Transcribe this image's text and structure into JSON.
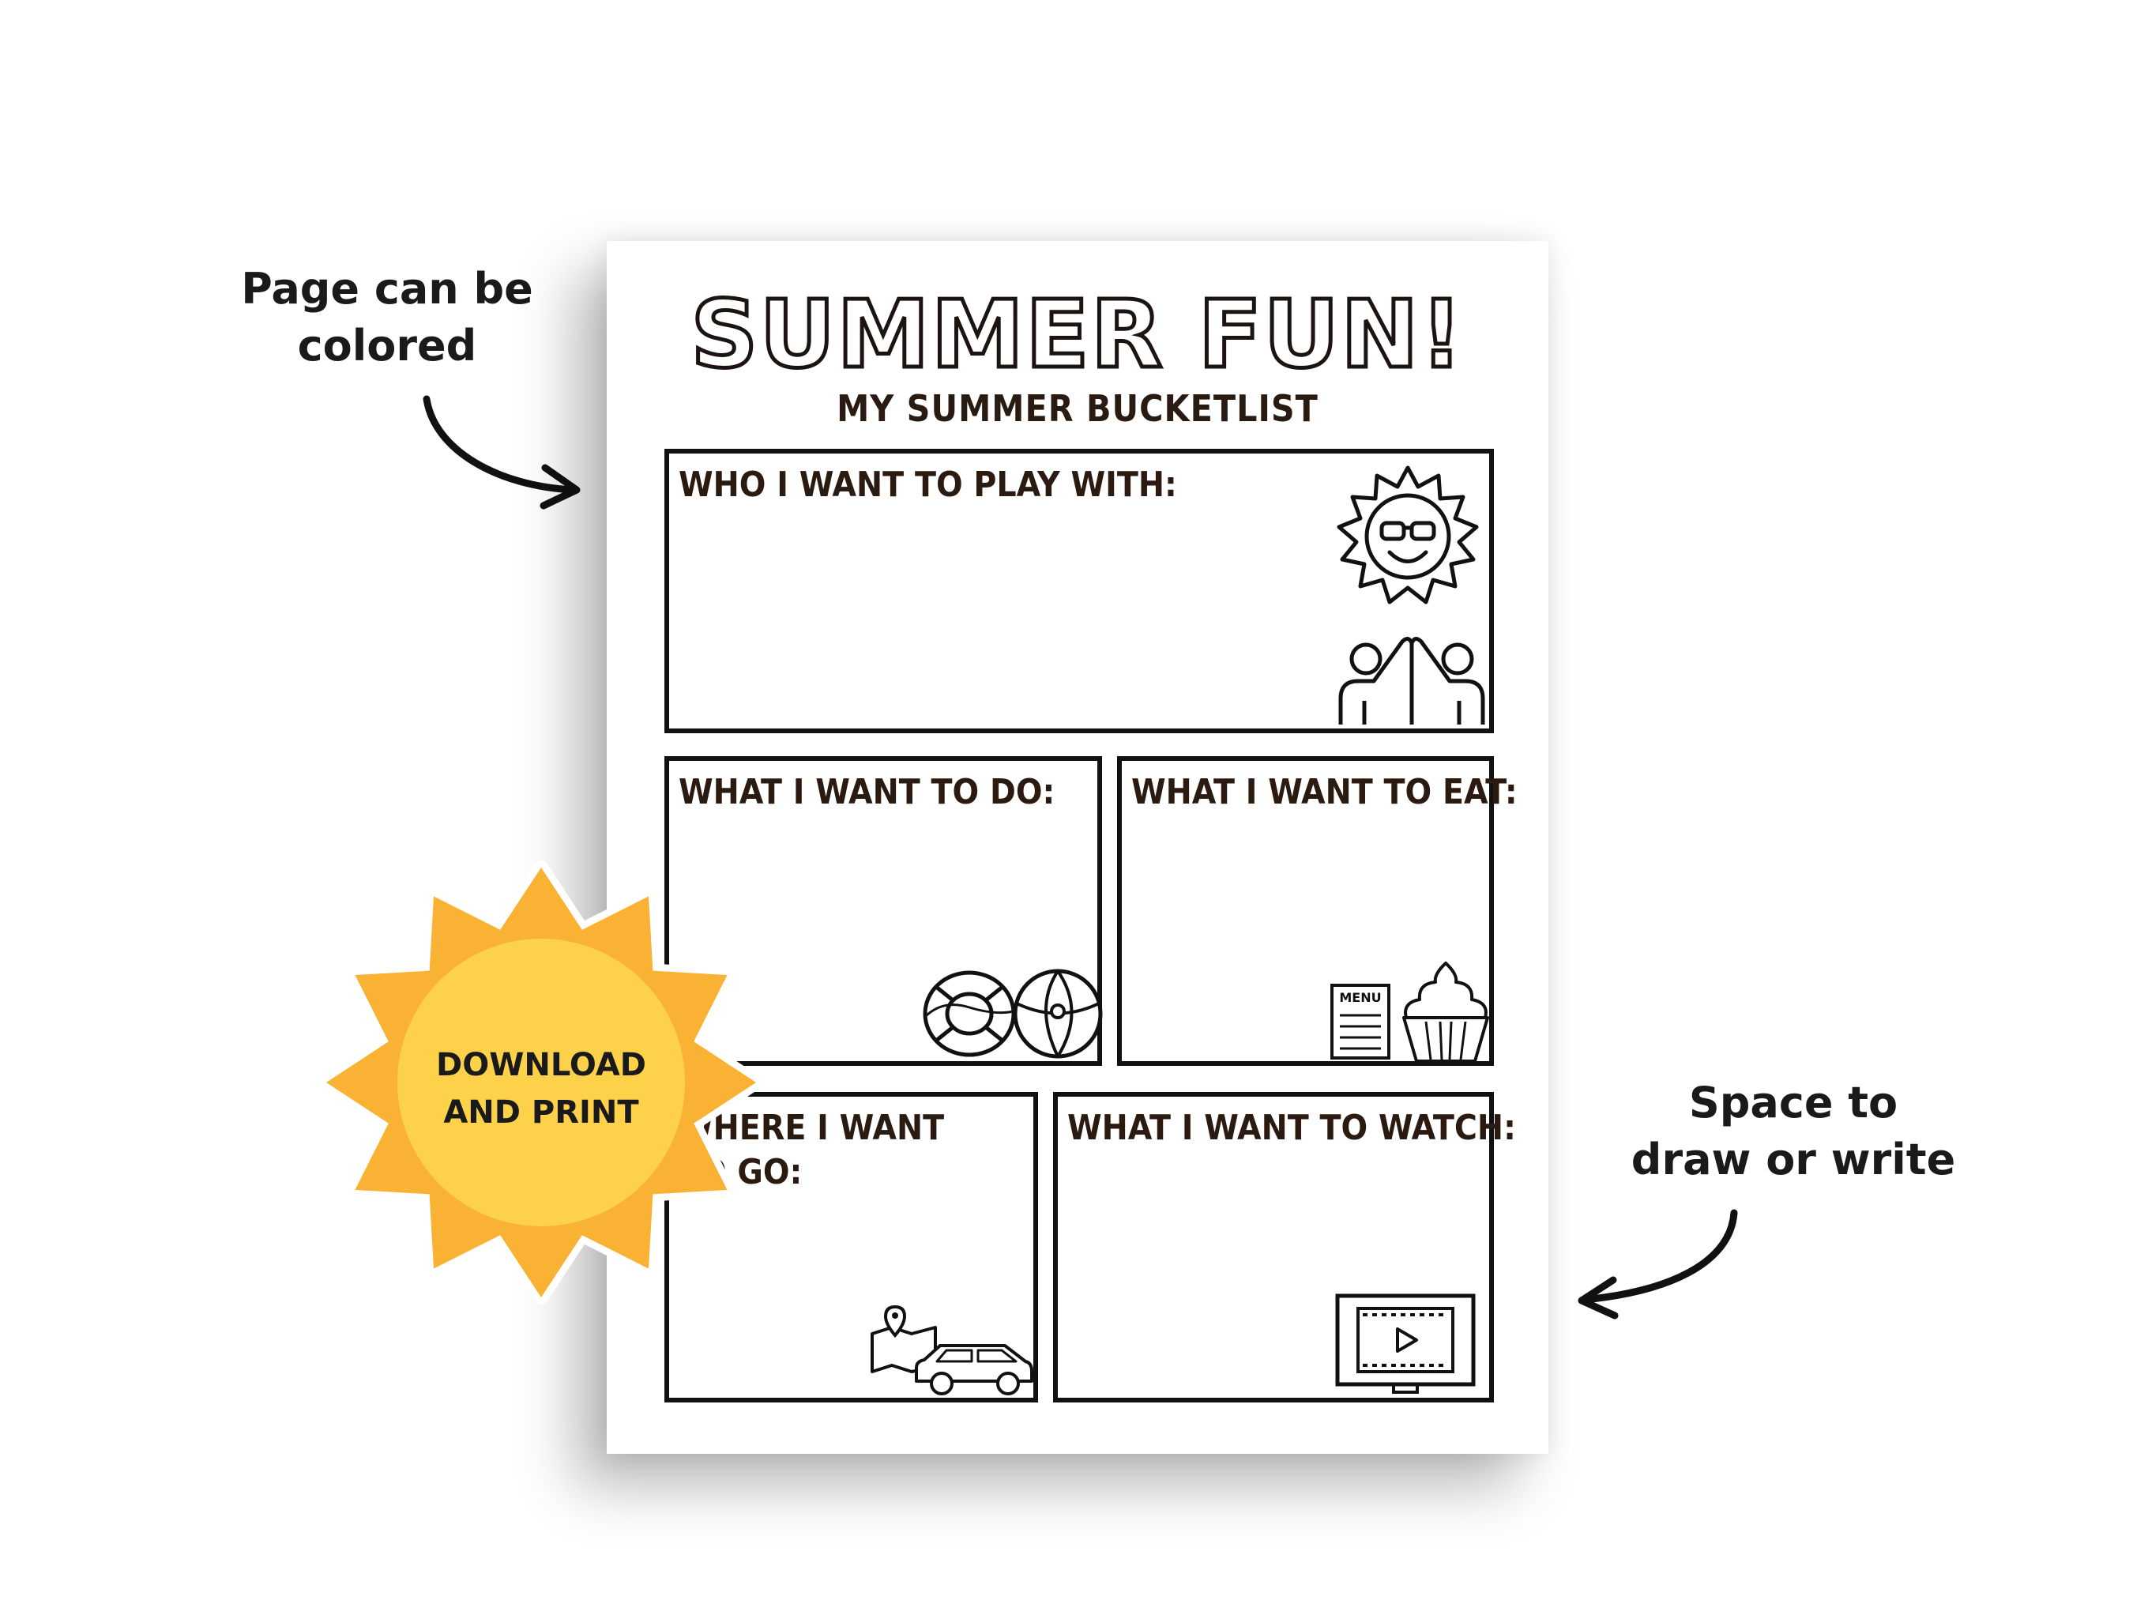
{
  "annotations": {
    "colored": [
      "Page can be",
      "colored"
    ],
    "space": [
      "Space to",
      "draw or write"
    ]
  },
  "worksheet": {
    "title": "SUMMER FUN!",
    "subtitle": "MY SUMMER BUCKETLIST",
    "sections": {
      "play": "WHO I WANT TO PLAY WITH:",
      "do": "WHAT I WANT TO DO:",
      "eat": "WHAT I WANT TO EAT:",
      "go": [
        "WHERE I WANT",
        "TO GO:"
      ],
      "watch": "WHAT I WANT TO WATCH:"
    },
    "menu_label": "MENU"
  },
  "badge": {
    "lines": [
      "DOWNLOAD",
      "AND PRINT"
    ],
    "outer_color": "#F9B233",
    "inner_color": "#FDD24A"
  },
  "icons": [
    "sun-sunglasses-icon",
    "high-five-icon",
    "life-ring-icon",
    "beach-ball-icon",
    "menu-icon",
    "cupcake-icon",
    "map-pin-icon",
    "car-icon",
    "video-screen-icon",
    "curved-arrow-icon"
  ]
}
